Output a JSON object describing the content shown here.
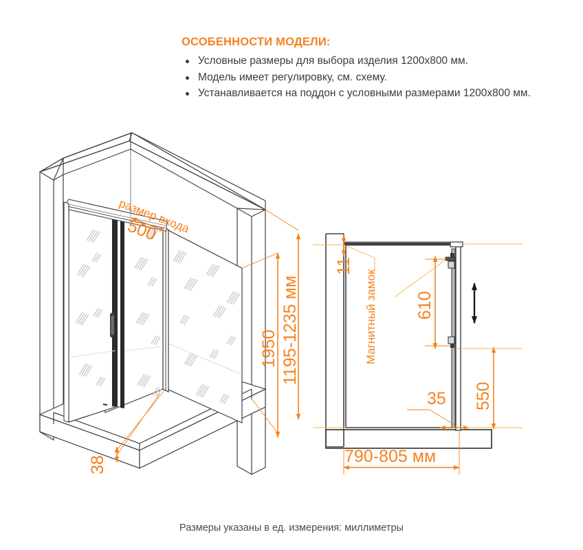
{
  "features": {
    "title": "ОСОБЕННОСТИ МОДЕЛИ:",
    "items": [
      "Условные размеры для выбора изделия 1200x800 мм.",
      "Модель имеет регулировку, см. схему.",
      "Устанавливается на поддон с условными размерами 1200x800 мм."
    ]
  },
  "footer": {
    "note": "Размеры указаны в ед. измерения: миллиметры"
  },
  "iso_view": {
    "entrance_label": "размер входа",
    "entrance_value": "500",
    "height_inner": "1950",
    "height_total": "1195-1235 мм",
    "profile_thickness": "38"
  },
  "plan_view": {
    "glass_gap": "11",
    "lock_label": "Магнитный замок",
    "lock_height": "610",
    "bottom_offset": "35",
    "lower_height": "550",
    "width": "790-805 мм"
  },
  "colors": {
    "accent": "#F5821F",
    "accent_light": "#FBB040",
    "line": "#404040",
    "text": "#3b3b3b",
    "glass": "#c9cdd2"
  }
}
